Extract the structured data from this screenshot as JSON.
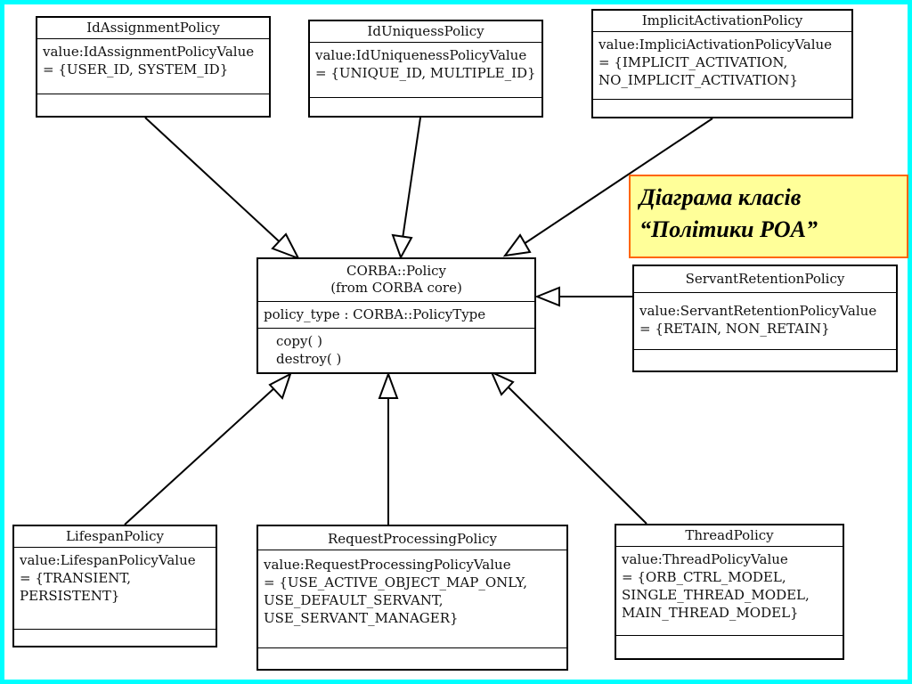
{
  "colors": {
    "background": "#00ffff",
    "note_fill": "#ffff99",
    "note_border": "#ff6600"
  },
  "note": {
    "line1": "Діаграма класів",
    "line2": "“Політики POA”"
  },
  "classes": {
    "id_assignment": {
      "name": "IdAssignmentPolicy",
      "attrs": "value:IdAssignmentPolicyValue\n= {USER_ID, SYSTEM_ID}"
    },
    "id_uniqueness": {
      "name": "IdUniquessPolicy",
      "attrs": "value:IdUniquenessPolicyValue\n= {UNIQUE_ID, MULTIPLE_ID}"
    },
    "implicit_activation": {
      "name": "ImplicitActivationPolicy",
      "attrs": "value:ImpliciActivationPolicyValue\n= {IMPLICIT_ACTIVATION,\n   NO_IMPLICIT_ACTIVATION}"
    },
    "corba_policy": {
      "name": "CORBA::Policy\n(from CORBA core)",
      "attrs": "policy_type : CORBA::PolicyType",
      "ops": "copy( )\ndestroy( )"
    },
    "servant_retention": {
      "name": "ServantRetentionPolicy",
      "attrs": "value:ServantRetentionPolicyValue\n= {RETAIN, NON_RETAIN}"
    },
    "lifespan": {
      "name": "LifespanPolicy",
      "attrs": "value:LifespanPolicyValue\n   = {TRANSIENT,\n      PERSISTENT}"
    },
    "request_processing": {
      "name": "RequestProcessingPolicy",
      "attrs": "   value:RequestProcessingPolicyValue\n= {USE_ACTIVE_OBJECT_MAP_ONLY,\n   USE_DEFAULT_SERVANT,\n   USE_SERVANT_MANAGER}"
    },
    "thread": {
      "name": "ThreadPolicy",
      "attrs": "value:ThreadPolicyValue\n= {ORB_CTRL_MODEL,\n   SINGLE_THREAD_MODEL,\n   MAIN_THREAD_MODEL}"
    }
  }
}
